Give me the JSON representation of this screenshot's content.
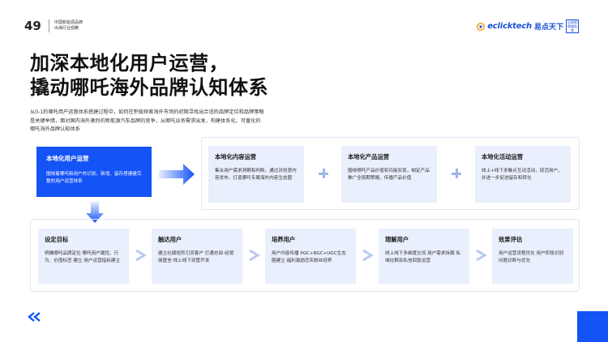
{
  "header": {
    "page_number": "49",
    "subtitle_line1": "中国新能源品牌",
    "subtitle_line2": "出海行业观察"
  },
  "logo": {
    "text_en": "eclicktech",
    "text_cn": "易点天下",
    "badge": "出海营销服务商"
  },
  "title": {
    "line1": "加深本地化用户运营，",
    "line2": "撬动哪吒海外品牌认知体系"
  },
  "intro": "从0-1的哪吒用户运营体系搭建过程中，如何在积极探索海外市场的初期寻找出合适的品牌定位和品牌策略是关键举措，面对国内海外激烈的新能源汽车品牌的竞争，从哪吒业务需求出发，构建体系化、可量化的哪吒海外品牌认知体系",
  "hero": {
    "title": "本地化用户运营",
    "desc": "围绕着哪吒新用户的识别、新增、留存搭建建完整的用户运营体系"
  },
  "top_cards": [
    {
      "title": "本地化内容运营",
      "desc": "集合用户需求洞察和判断，通过对创意内容发布，打造哪吒专属海外内容生态圈"
    },
    {
      "title": "本地化产品运营",
      "desc": "围绕哪吒产品价值和功能实现，制定产品推广全周期策略，传播产品价值"
    },
    {
      "title": "本地化活动运营",
      "desc": "线上+线下多触点互动活动，促活用户，并进一步促进留存和转化"
    }
  ],
  "bottom_cards": [
    {
      "title": "设定目标",
      "desc": "明确哪吒品牌定位 哪吒用户属性、行为、价值标签 建立 用户运营指标建立"
    },
    {
      "title": "触达用户",
      "desc": "建立社媒矩阵引流客户 打通总部-经销商壁垒 线上线下双管齐发"
    },
    {
      "title": "培养用户",
      "desc": "用户内容传播 PGC+BGC+UGC生态圈建立 福利激励恋实粉丝培养"
    },
    {
      "title": "理解用户",
      "desc": "线上线下多维度交流 用户需求拆解 私域社群及私信回复运营"
    },
    {
      "title": "效果评估",
      "desc": "用户运营流程优化 用户阶段识别 问题诊断与优化"
    }
  ],
  "colors": {
    "primary": "#1453f5",
    "card_bg": "#e9effc",
    "frame_border": "#dfe6f5",
    "plus": "#9db4e8"
  },
  "icons": {
    "logo": "logo-mark-icon",
    "arrow_right": "arrow-right-icon",
    "arrow_down": "arrow-down-icon",
    "plus": "plus-icon",
    "chevron": "chevron-right-icon",
    "footer": "brand-chevron-icon"
  }
}
